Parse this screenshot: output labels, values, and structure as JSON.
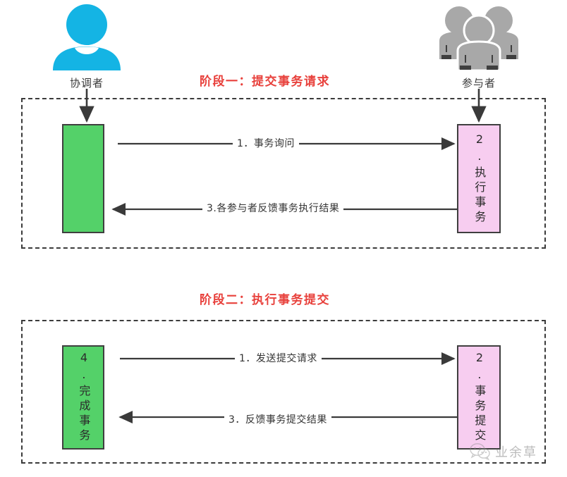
{
  "diagram": {
    "title_phase1": "阶段一：提交事务请求",
    "title_phase2": "阶段二：执行事务提交",
    "accent_color": "#e8413c",
    "coordinator_box_color": "#54d169",
    "participant_box_color": "#f7cdf0",
    "dashed_border_color": "#3b3b3b"
  },
  "actors": {
    "coordinator": {
      "label": "协调者",
      "icon": "single-person-icon",
      "color": "#14b4e4"
    },
    "participant": {
      "label": "参与者",
      "icon": "group-of-people-icon",
      "color": "#a3a3a3"
    }
  },
  "phase1": {
    "coordinator_box_text": "",
    "participant_box_text": "2.执行事务",
    "messages": [
      {
        "text": "1．事务询问",
        "direction": "right"
      },
      {
        "text": "3.各参与者反馈事务执行结果",
        "direction": "left"
      }
    ]
  },
  "phase2": {
    "coordinator_box_text": "4.完成事务",
    "participant_box_text": "2.事务提交",
    "messages": [
      {
        "text": "1．发送提交请求",
        "direction": "right"
      },
      {
        "text": "3．反馈事务提交结果",
        "direction": "left"
      }
    ]
  },
  "watermark": {
    "text": "业余草",
    "icon": "wechat-icon"
  }
}
